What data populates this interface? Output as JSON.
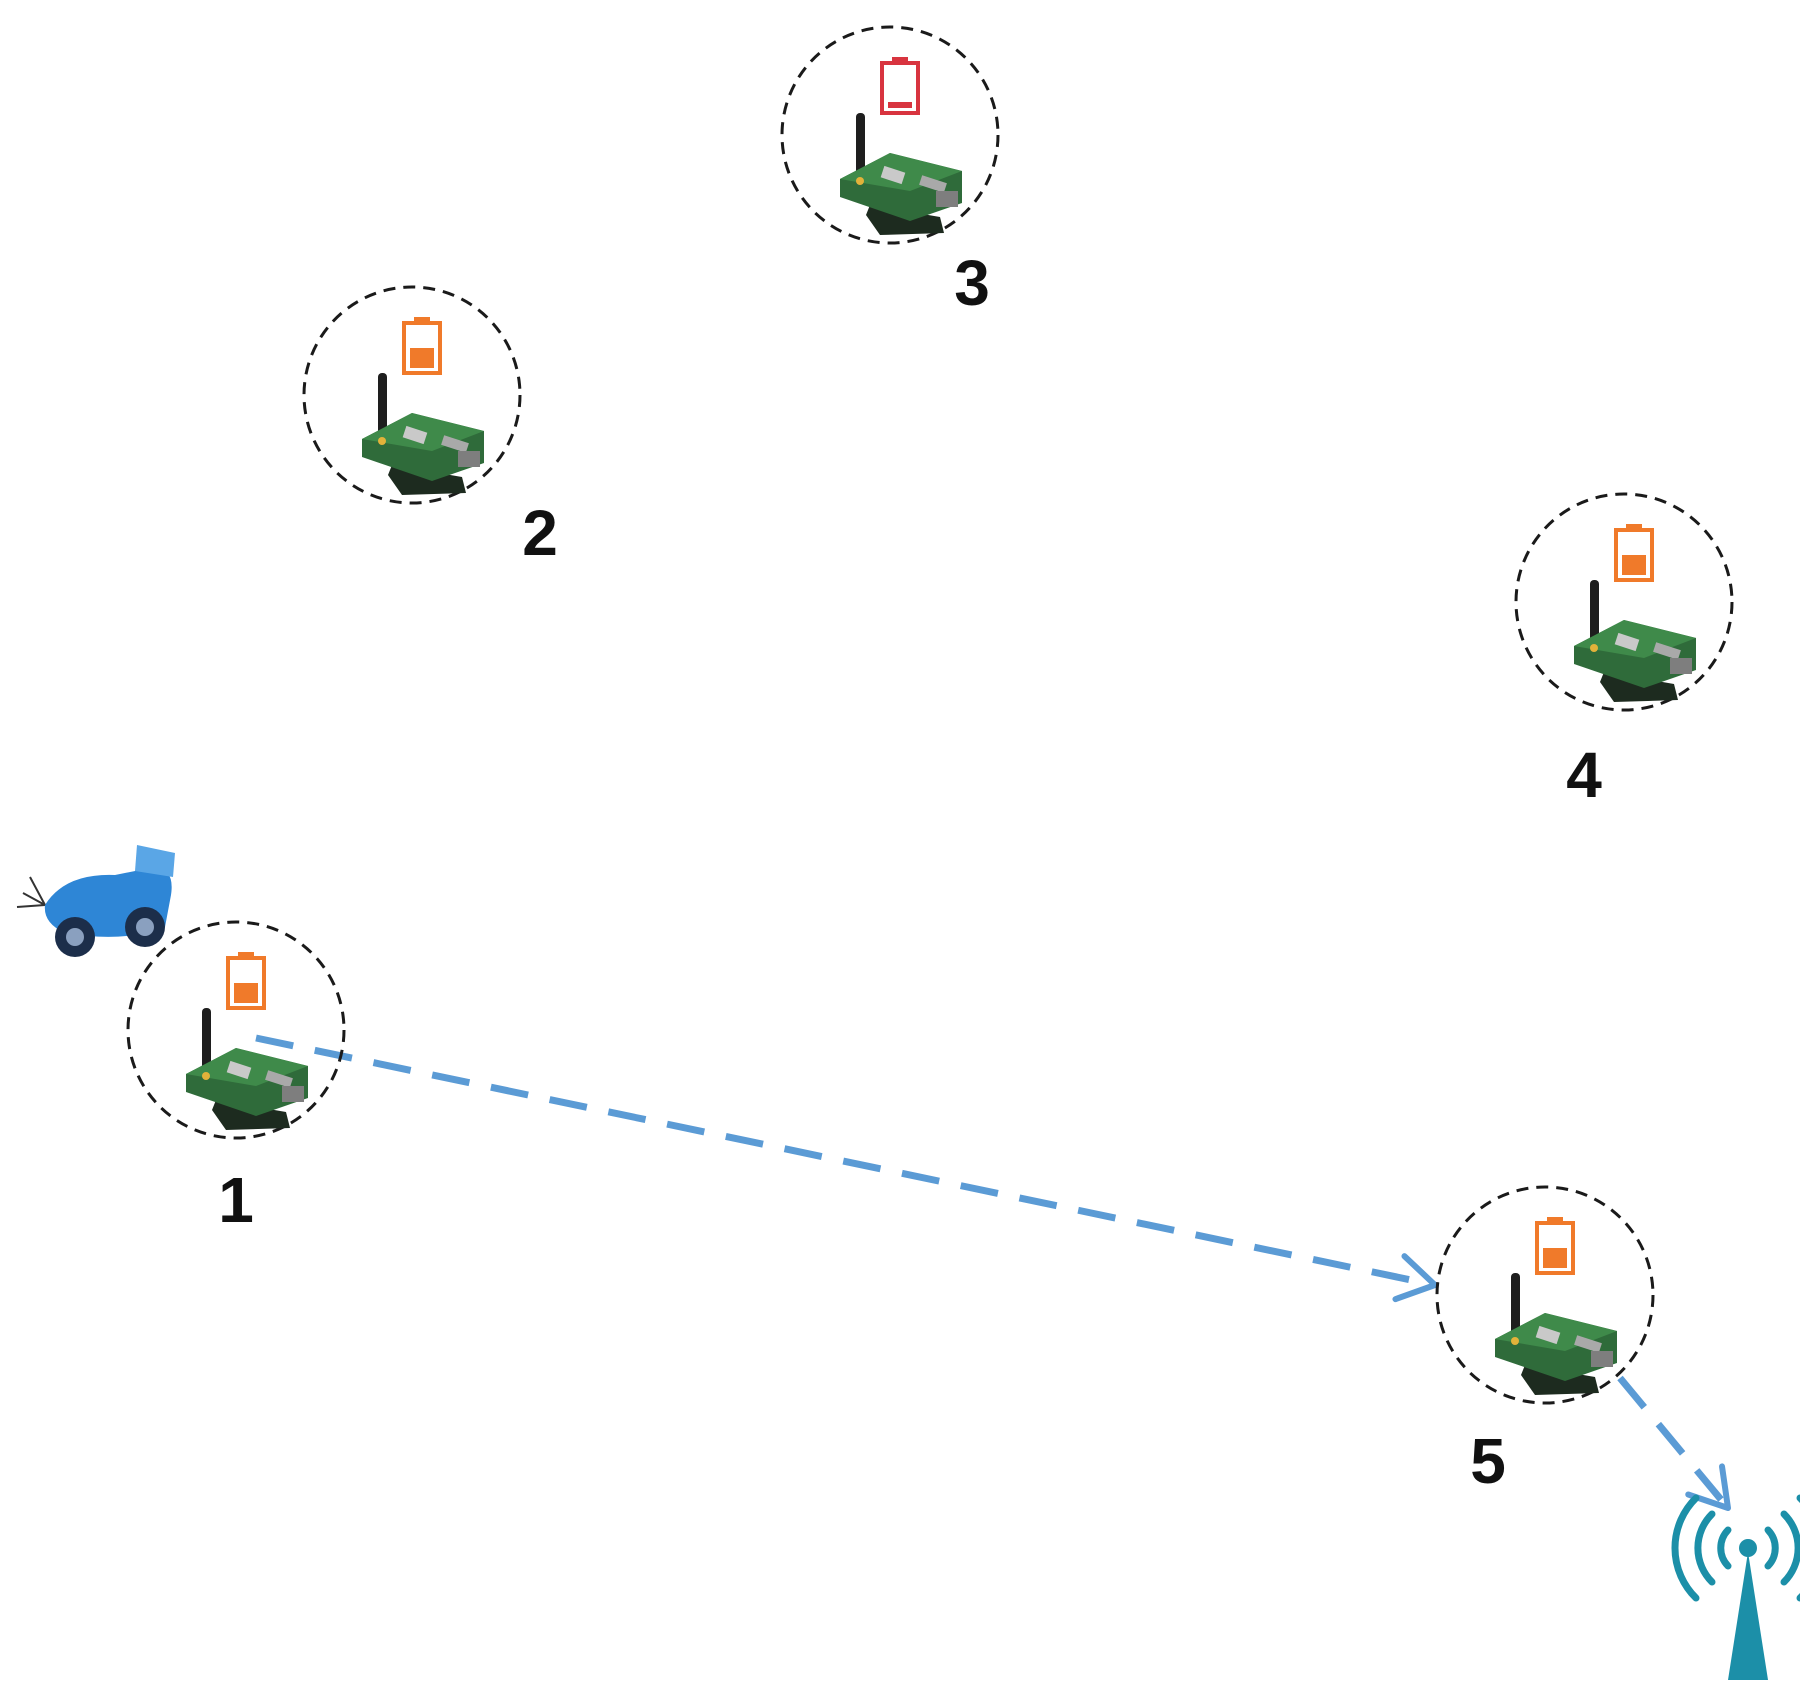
{
  "colors": {
    "link": "#5b9bd5",
    "board": "#2f6b3a",
    "board_dark": "#1f3f25",
    "antenna": "#1e1e1e",
    "battery_full": "#f07a2a",
    "battery_low": "#d8343f",
    "vehicle": "#2e86d6",
    "tower": "#1c8fa8"
  },
  "nodes": [
    {
      "id": "node-1",
      "label": "1",
      "battery": "full",
      "battery_level": 0.5
    },
    {
      "id": "node-2",
      "label": "2",
      "battery": "full",
      "battery_level": 0.5
    },
    {
      "id": "node-3",
      "label": "3",
      "battery": "low",
      "battery_level": 0.15
    },
    {
      "id": "node-4",
      "label": "4",
      "battery": "full",
      "battery_level": 0.5
    },
    {
      "id": "node-5",
      "label": "5",
      "battery": "full",
      "battery_level": 0.5
    }
  ],
  "links": [
    {
      "from": "node-1",
      "to": "node-5"
    },
    {
      "from": "node-5",
      "to": "base-station"
    }
  ],
  "icons": {
    "vehicle": "mobile-robot-icon",
    "sensor": "sensor-board-icon",
    "battery": "battery-icon",
    "base_station": "wireless-tower-icon"
  }
}
